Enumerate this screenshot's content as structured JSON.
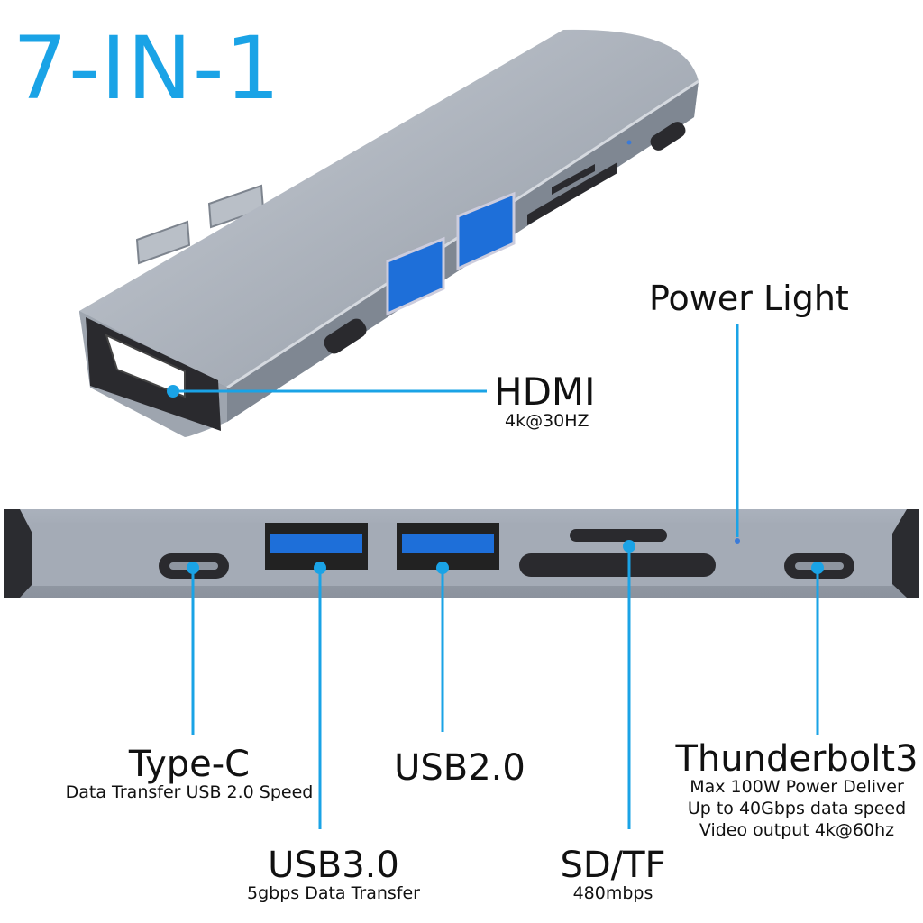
{
  "title": "7-IN-1",
  "colors": {
    "accent": "#1aa3e6",
    "title": "#1aa3e6",
    "hub_body": "#9aa2ad",
    "port_dark": "#2a2a2e",
    "usb_blue": "#1e6fd9"
  },
  "callouts": {
    "power_light": {
      "label": "Power Light"
    },
    "hdmi": {
      "label": "HDMI",
      "detail": "4k@30HZ"
    },
    "type_c": {
      "label": "Type-C",
      "detail": "Data Transfer USB 2.0 Speed"
    },
    "usb3": {
      "label": "USB3.0",
      "detail": "5gbps Data Transfer"
    },
    "usb2": {
      "label": "USB2.0"
    },
    "sdtf": {
      "label": "SD/TF",
      "detail": "480mbps"
    },
    "thunderbolt": {
      "label": "Thunderbolt3",
      "details": [
        "Max 100W Power Deliver",
        "Up to 40Gbps data speed",
        "Video output 4k@60hz"
      ]
    }
  }
}
